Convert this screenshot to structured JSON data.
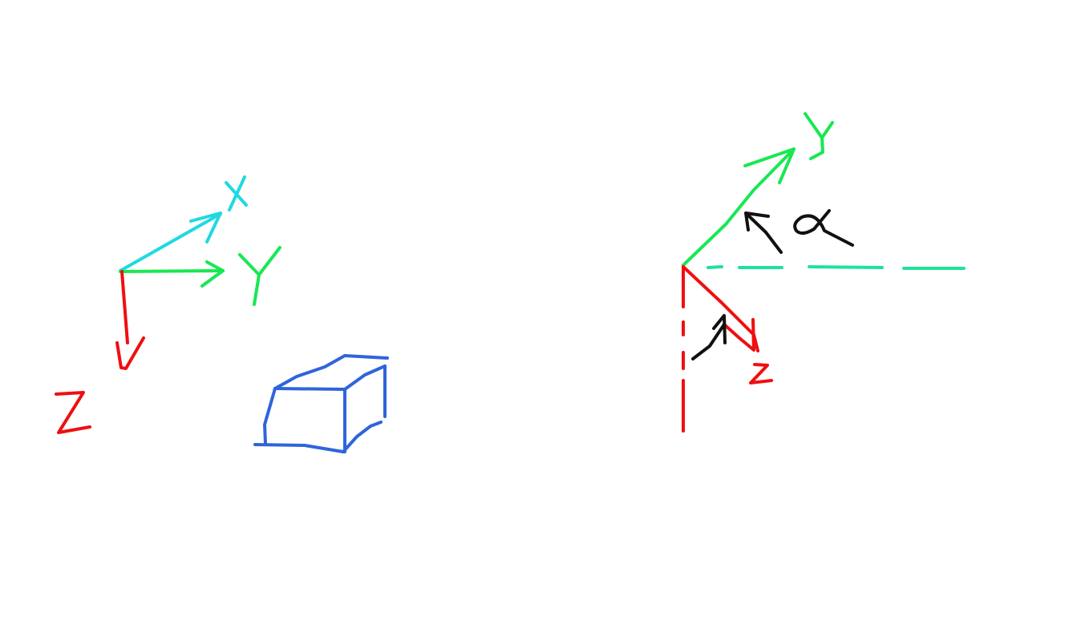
{
  "colors": {
    "background": "#ffffff",
    "x_axis": "#1fd9e2",
    "y_axis": "#18e852",
    "z_axis": "#ef0f0f",
    "box": "#2f64dc",
    "rotation_arrow": "#111111",
    "reference_line": "#1de39a"
  },
  "left_frame": {
    "x_label": "X",
    "y_label": "Y",
    "z_label": "Z"
  },
  "right_frame": {
    "y_label": "Y",
    "z_label": "Z",
    "angle_label": "α"
  },
  "icons": {
    "box": "box-icon"
  }
}
